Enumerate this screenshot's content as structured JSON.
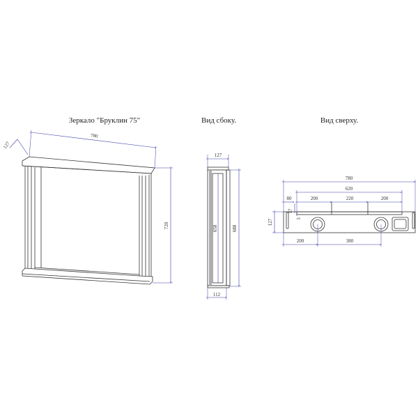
{
  "titles": {
    "front": "Зеркало \"Бруклин 75\"",
    "side": "Вид сбоку.",
    "top": "Вид сверху."
  },
  "front_dims": {
    "width": "780",
    "depth": "127",
    "height": "720"
  },
  "side_dims": {
    "top_depth": "127",
    "inner_height": "658",
    "outer_height": "688",
    "bottom_depth": "112"
  },
  "top_dims": {
    "overall": "780",
    "inner": "620",
    "left_offset": "80",
    "seg1": "200",
    "seg2": "220",
    "seg3": "200",
    "d17": "17",
    "d3": "3",
    "depth": "127",
    "hole1": "200",
    "hole_spacing": "380"
  },
  "colors": {
    "line": "#333333",
    "dimension": "#3a3aa8"
  }
}
